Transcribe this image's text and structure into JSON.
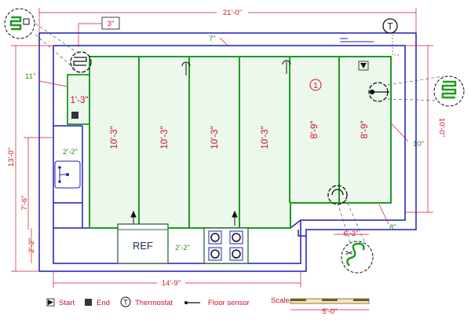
{
  "overall_width": "21'-0\"",
  "overall_height": "13'-0\"",
  "bottom_width": "14'-9\"",
  "right_height": "10'-0\"",
  "setback_width": "6'-3\"",
  "lower_left_height": "7'-6\"",
  "bottom_left_height": "2'-2\"",
  "edge_gap_right": "10\"",
  "edge_gap_bottom": "8\"",
  "edge_gap_top": "7\"",
  "edge_gap_left": "11\"",
  "spacing_label": "3\"",
  "left_mat": {
    "length": "1'-3\""
  },
  "counter_depth_left": "2'-2\"",
  "counter_depth_bottom": "2'-2\"",
  "strips": [
    {
      "length": "10'-3\""
    },
    {
      "length": "10'-3\""
    },
    {
      "length": "10'-3\""
    },
    {
      "length": "10'-3\""
    },
    {
      "length": "8'-9\""
    },
    {
      "length": "8'-9\""
    }
  ],
  "circuit_number": "1",
  "thermostat_symbol": "T",
  "ref_label": "REF",
  "legend": {
    "start": "Start",
    "end": "End",
    "thermostat": "Thermostat",
    "thermostat_symbol": "T",
    "floor_sensor": "Floor sensor",
    "scale": "Scale",
    "scale_value": "5'-0\""
  },
  "colors": {
    "wall": "#1d1fb5",
    "mat": "#1e9a20",
    "mat_fill": "#ecf8ec",
    "dimension": "#d0162b",
    "dimension_alt": "#3a8a1c"
  }
}
